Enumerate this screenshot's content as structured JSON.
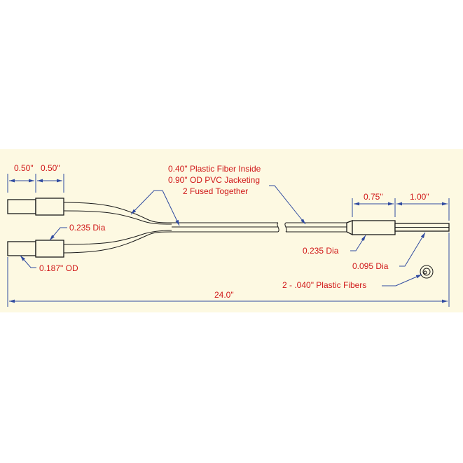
{
  "labels": {
    "dim_left_1": "0.50\"",
    "dim_left_2": "0.50\"",
    "fiber_inside": "0.40\" Plastic Fiber Inside",
    "pvc_jacketing": "0.90\" OD PVC Jacketing",
    "fused": "2 Fused Together",
    "dim_right_1": "0.75\"",
    "dim_right_2": "1.00\"",
    "dia_left": "0.235 Dia",
    "od_left": "0.187\" OD",
    "dia_right": "0.235 Dia",
    "dia_tip": "0.095 Dia",
    "plastic_fibers": "2 - .040\" Plastic Fibers",
    "total_length": "24.0\""
  },
  "colors": {
    "background": "#fdf9e2",
    "label_text": "#d01818",
    "dimension_line": "#2f4aa0",
    "outline": "#1a1a1a"
  }
}
